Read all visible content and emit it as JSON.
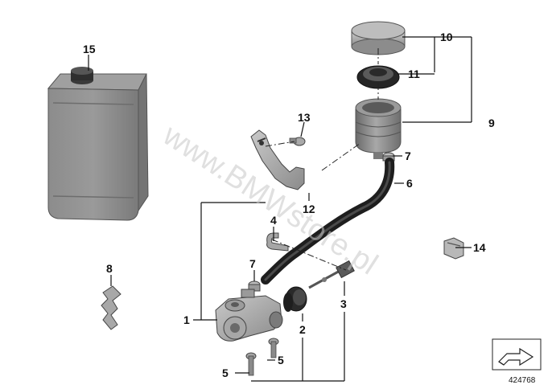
{
  "watermark": "www.BMWstore.pl",
  "diagram_number": "424768",
  "callouts": {
    "c1": "1",
    "c2": "2",
    "c3": "3",
    "c4": "4",
    "c5a": "5",
    "c5b": "5",
    "c6": "6",
    "c7a": "7",
    "c7b": "7",
    "c8": "8",
    "c9": "9",
    "c10": "10",
    "c11": "11",
    "c12": "12",
    "c13": "13",
    "c14": "14",
    "c15": "15"
  },
  "parts": [
    {
      "id": "15",
      "name": "brake-fluid-container"
    },
    {
      "id": "13",
      "name": "screw"
    },
    {
      "id": "12",
      "name": "holder-bracket"
    },
    {
      "id": "10",
      "name": "reservoir-cap"
    },
    {
      "id": "11",
      "name": "cap-seal"
    },
    {
      "id": "9",
      "name": "fluid-reservoir"
    },
    {
      "id": "7",
      "name": "hose-clamp"
    },
    {
      "id": "6",
      "name": "hose"
    },
    {
      "id": "4",
      "name": "hose-clip"
    },
    {
      "id": "3",
      "name": "push-rod"
    },
    {
      "id": "2",
      "name": "rubber-boot"
    },
    {
      "id": "1",
      "name": "master-cylinder"
    },
    {
      "id": "5",
      "name": "bolt"
    },
    {
      "id": "8",
      "name": "cable-holder"
    },
    {
      "id": "14",
      "name": "clip"
    }
  ]
}
